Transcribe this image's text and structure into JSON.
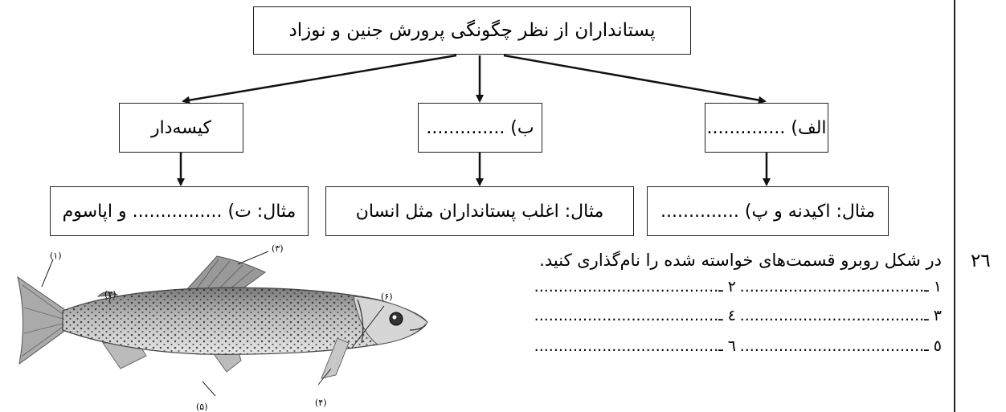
{
  "diagram": {
    "root": "پستانداران از نظر چگونگی پرورش جنین و نوزاد",
    "right_box": "الف) ..............",
    "middle_box": "ب) ..............",
    "left_box": "کیسه‌دار",
    "right_example": "مثال: اکیدنه و پ) ..............",
    "middle_example": "مثال: اغلب پستانداران مثل انسان",
    "left_example": "مثال: ت) ................ و اپاسوم"
  },
  "question": {
    "number": "۲٦",
    "text": "در شکل روبرو قسمت‌های خواسته شده را نام‌گذاری کنید.",
    "items": [
      {
        "label": "۱ ـ",
        "blank": "......................................"
      },
      {
        "label": "۲ ـ",
        "blank": "......................................"
      },
      {
        "label": "۳ ـ",
        "blank": "......................................"
      },
      {
        "label": "٤ ـ",
        "blank": "......................................"
      },
      {
        "label": "٥ ـ",
        "blank": "......................................"
      },
      {
        "label": "٦ ـ",
        "blank": "......................................"
      }
    ]
  },
  "fish": {
    "labels": [
      "(۱)",
      "(۲)",
      "(۳)",
      "(۴)",
      "(۵)",
      "(۶)"
    ]
  }
}
